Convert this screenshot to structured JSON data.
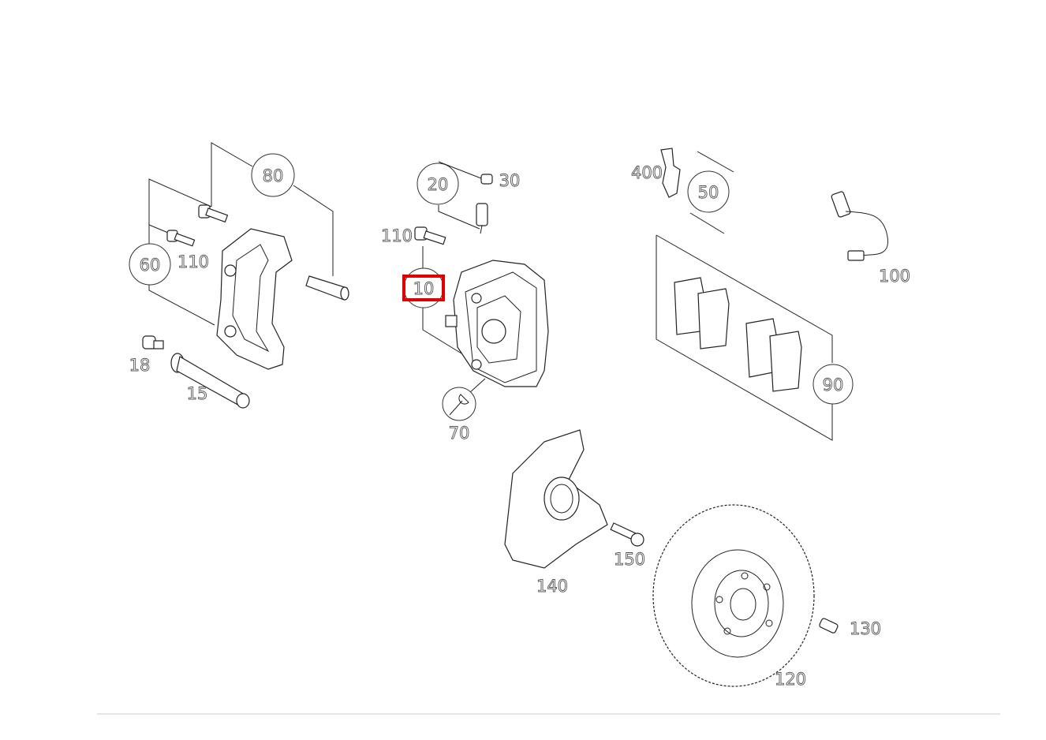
{
  "diagram": {
    "highlight_color": "#e00000",
    "highlighted_part": "10",
    "callouts": {
      "p80": "80",
      "p60": "60",
      "p110a": "110",
      "p110b": "110",
      "p18": "18",
      "p15": "15",
      "p20": "20",
      "p30": "30",
      "p10": "10",
      "p70": "70",
      "p400": "400",
      "p50": "50",
      "p100": "100",
      "p90": "90",
      "p140": "140",
      "p150": "150",
      "p130": "130",
      "p120": "120"
    }
  }
}
